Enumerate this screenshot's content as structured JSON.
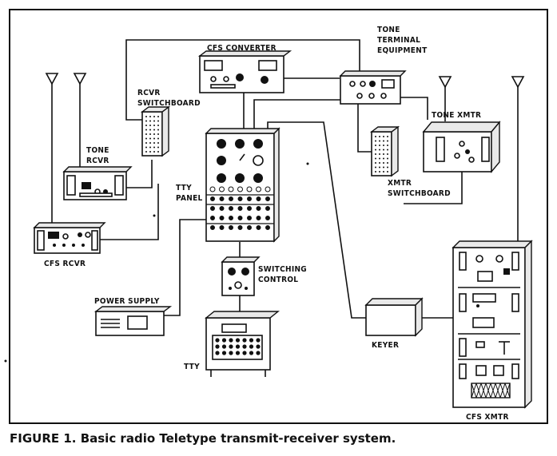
{
  "labels": {
    "cfs_converter": "CFS CONVERTER",
    "tone_terminal_1": "TONE",
    "tone_terminal_2": "TERMINAL",
    "tone_terminal_3": "EQUIPMENT",
    "rcvr_switchboard_1": "RCVR",
    "rcvr_switchboard_2": "SWITCHBOARD",
    "tone_xmtr": "TONE XMTR",
    "tone_rcvr_1": "TONE",
    "tone_rcvr_2": "RCVR",
    "tty_panel_1": "TTY",
    "tty_panel_2": "PANEL",
    "xmtr_switchboard_1": "XMTR",
    "xmtr_switchboard_2": "SWITCHBOARD",
    "cfs_rcvr": "CFS RCVR",
    "switching_control_1": "SWITCHING",
    "switching_control_2": "CONTROL",
    "power_supply": "POWER SUPPLY",
    "keyer": "KEYER",
    "tty": "TTY",
    "cfs_xmtr": "CFS XMTR"
  },
  "caption": "FIGURE 1. Basic radio Teletype transmit-receiver system."
}
